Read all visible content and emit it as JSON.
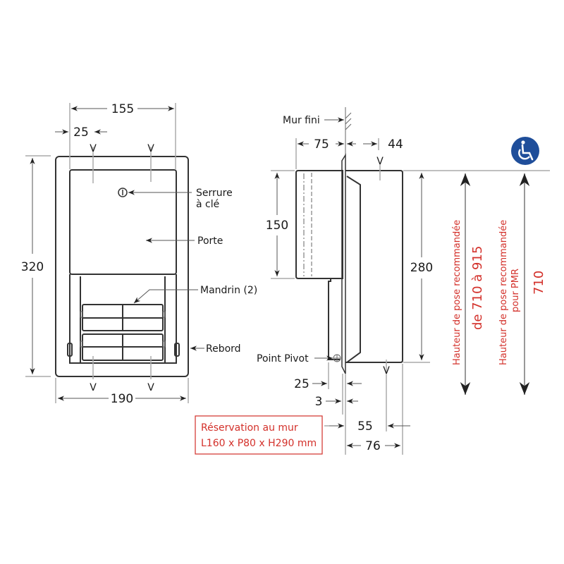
{
  "front_view": {
    "dims": {
      "width_inner": "155",
      "offset_left": "25",
      "height": "320",
      "width_outer": "190"
    },
    "labels": {
      "lock_line1": "Serrure",
      "lock_line2": "à clé",
      "door": "Porte",
      "mandrel": "Mandrin (2)",
      "rim": "Rebord"
    },
    "markers": [
      "V",
      "V",
      "V",
      "V"
    ]
  },
  "side_view": {
    "labels": {
      "finished_wall": "Mur fini",
      "pivot_point": "Point Pivot"
    },
    "dims": {
      "rear_depth": "75",
      "front_offset": "44",
      "rear_height": "150",
      "front_height": "280",
      "pivot_offset": "25",
      "flange_thickness": "3",
      "front_depth_v": "55",
      "front_depth": "76"
    },
    "markers": [
      "V",
      "V"
    ]
  },
  "reservation": {
    "line1": "Réservation au mur",
    "line2": "L160 x P80 x H290 mm",
    "color": "#d3302a"
  },
  "mounting_height": {
    "standard": {
      "label": "Hauteur de pose recommandée",
      "value": "de 710 à 915"
    },
    "pmr": {
      "label_line1": "Hauteur de pose recommandée",
      "label_line2": "pour PMR",
      "value": "710"
    },
    "accessibility_icon": "wheelchair-icon",
    "icon_color": "#1f4e9a"
  }
}
